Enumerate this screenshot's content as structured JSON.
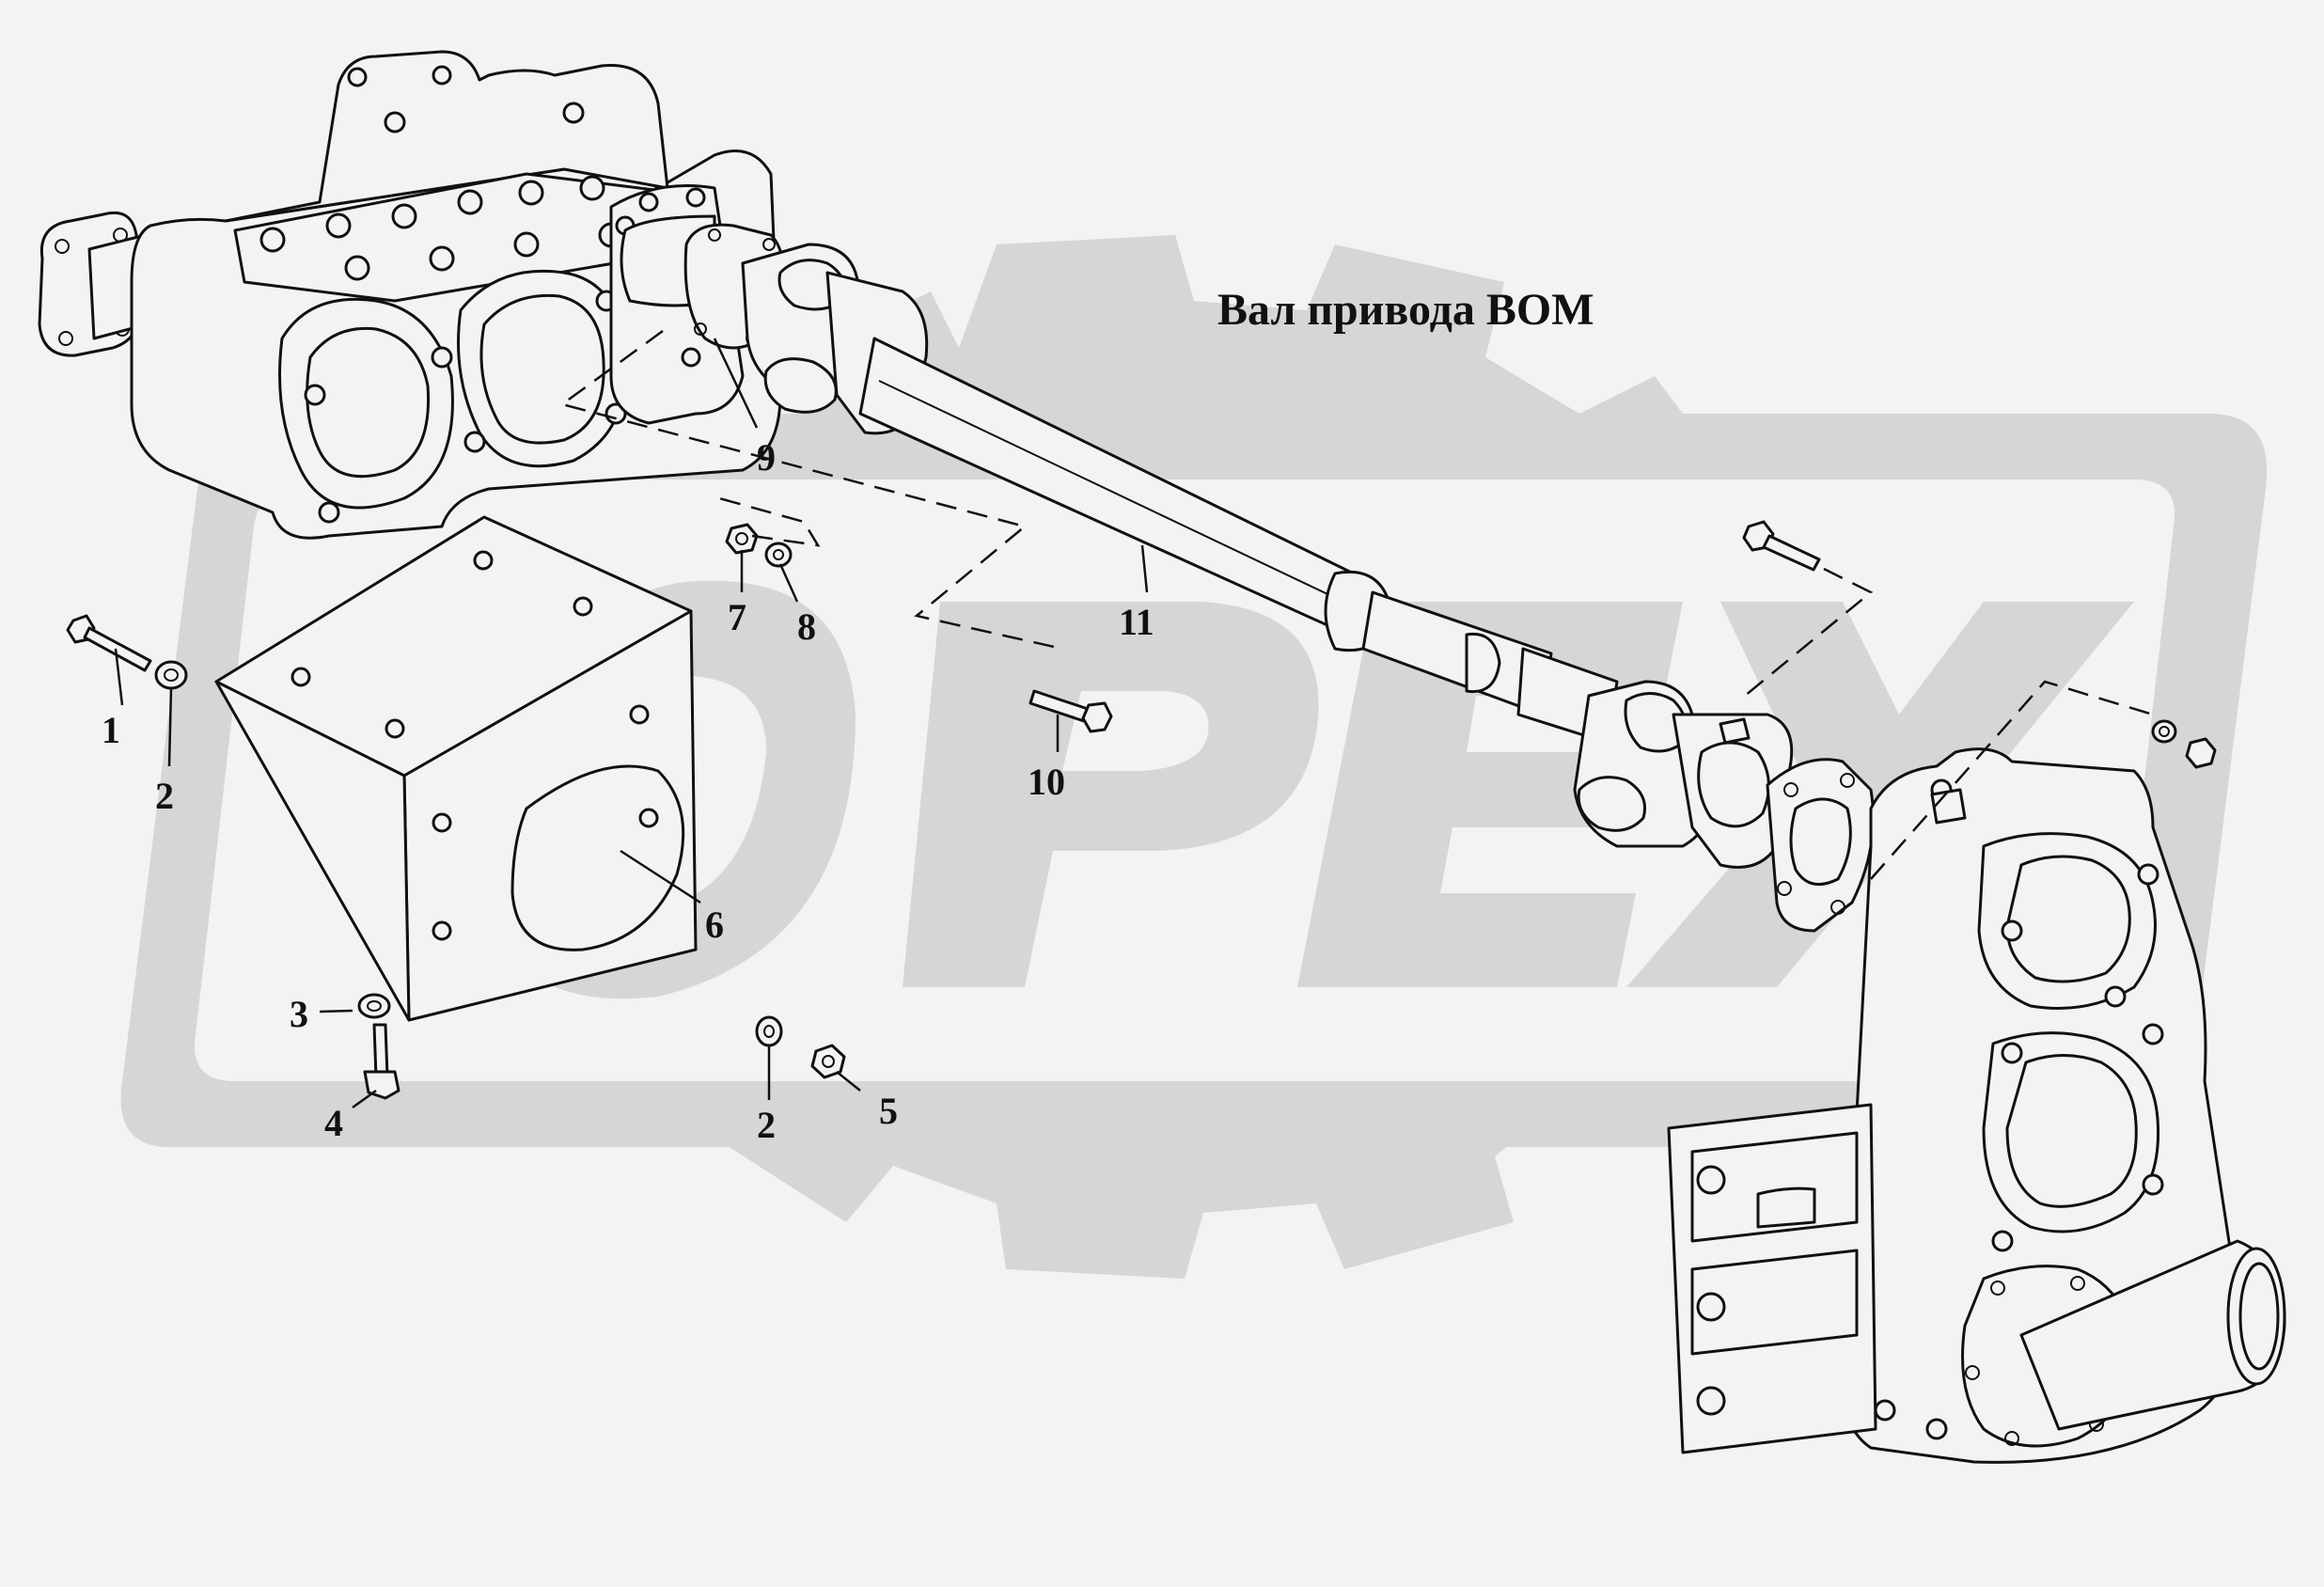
{
  "title": "Вал привода ВОМ",
  "watermark": "OPEX",
  "callouts": [
    {
      "id": "1",
      "label": "1"
    },
    {
      "id": "2a",
      "label": "2"
    },
    {
      "id": "3",
      "label": "3"
    },
    {
      "id": "4",
      "label": "4"
    },
    {
      "id": "2b",
      "label": "2"
    },
    {
      "id": "5",
      "label": "5"
    },
    {
      "id": "6",
      "label": "6"
    },
    {
      "id": "7",
      "label": "7"
    },
    {
      "id": "8",
      "label": "8"
    },
    {
      "id": "9",
      "label": "9"
    },
    {
      "id": "10",
      "label": "10"
    },
    {
      "id": "11",
      "label": "11"
    }
  ],
  "colors": {
    "background": "#f3f3f1",
    "watermark": "#d6d6d4",
    "ink": "#111111"
  }
}
